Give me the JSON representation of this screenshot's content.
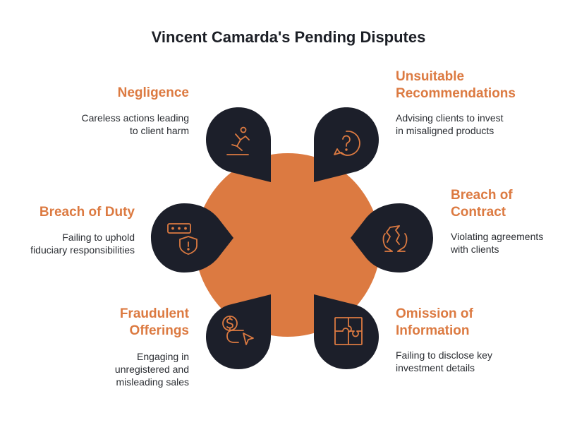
{
  "title": "Vincent Camarda's Pending Disputes",
  "colors": {
    "accent": "#dc7a41",
    "node": "#1c1f2a",
    "text": "#2b2e33"
  },
  "items": [
    {
      "label": "Negligence",
      "desc": "Careless actions leading\nto client harm",
      "icon": "falling-person-icon"
    },
    {
      "label": "Unsuitable\nRecommendations",
      "desc": "Advising clients to invest\nin misaligned products",
      "icon": "question-bubble-icon"
    },
    {
      "label": "Breach of Duty",
      "desc": "Failing to uphold\nfiduciary responsibilities",
      "icon": "password-shield-icon"
    },
    {
      "label": "Breach of\nContract",
      "desc": "Violating agreements\nwith clients",
      "icon": "torn-paper-hands-icon"
    },
    {
      "label": "Fraudulent\nOfferings",
      "desc": "Engaging in\nunregistered and\nmisleading sales",
      "icon": "dollar-cursor-icon"
    },
    {
      "label": "Omission of\nInformation",
      "desc": "Failing to disclose key\ninvestment details",
      "icon": "puzzle-icon"
    }
  ]
}
